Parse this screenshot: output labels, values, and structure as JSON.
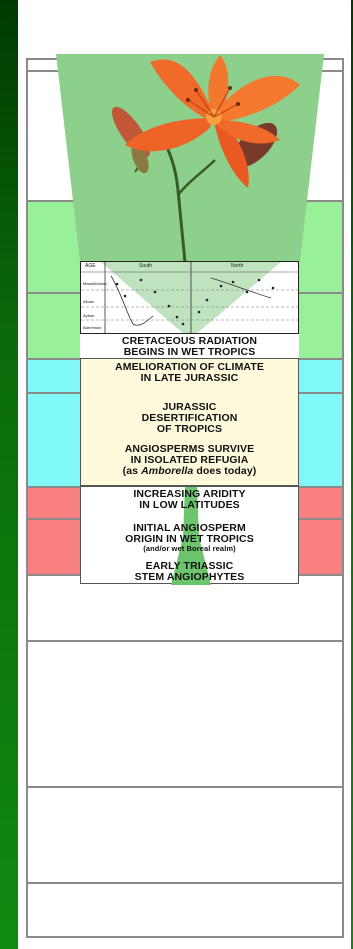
{
  "colors": {
    "green_band": "#98f098",
    "cyan_band": "#80f8f8",
    "red_band": "#f88080",
    "yellow_box": "#fffadc",
    "funnel_green": "#6cc46c",
    "flower_orange": "#f06a2a"
  },
  "icons": {
    "flower": "daylily-flower-icon"
  },
  "chart_panel": {
    "col_age": "AGE",
    "col_south": "South",
    "col_north": "North",
    "rows": [
      "Maastrichtian",
      "Albian",
      "Aptian",
      "Barremian"
    ]
  },
  "labels": {
    "cretaceous": [
      "CRETACEOUS RADIATION",
      "BEGINS IN WET TROPICS"
    ],
    "amelioration": [
      "AMELIORATION OF CLIMATE",
      "IN LATE JURASSIC"
    ],
    "jurassic": [
      "JURASSIC",
      "DESERTIFICATION",
      "OF TROPICS"
    ],
    "survive": [
      "ANGIOSPERMS SURVIVE",
      "IN ISOLATED REFUGIA"
    ],
    "survive_note_prefix": "(as ",
    "survive_note_italic": "Amborella",
    "survive_note_suffix": " does today)",
    "aridity": [
      "INCREASING ARIDITY",
      "IN LOW LATITUDES"
    ],
    "origin": [
      "INITIAL ANGIOSPERM",
      "ORIGIN IN WET TROPICS"
    ],
    "origin_note": "(and/or wet Boreal realm)",
    "triassic": [
      "EARLY TRIASSIC",
      "STEM ANGIOPHYTES"
    ]
  }
}
